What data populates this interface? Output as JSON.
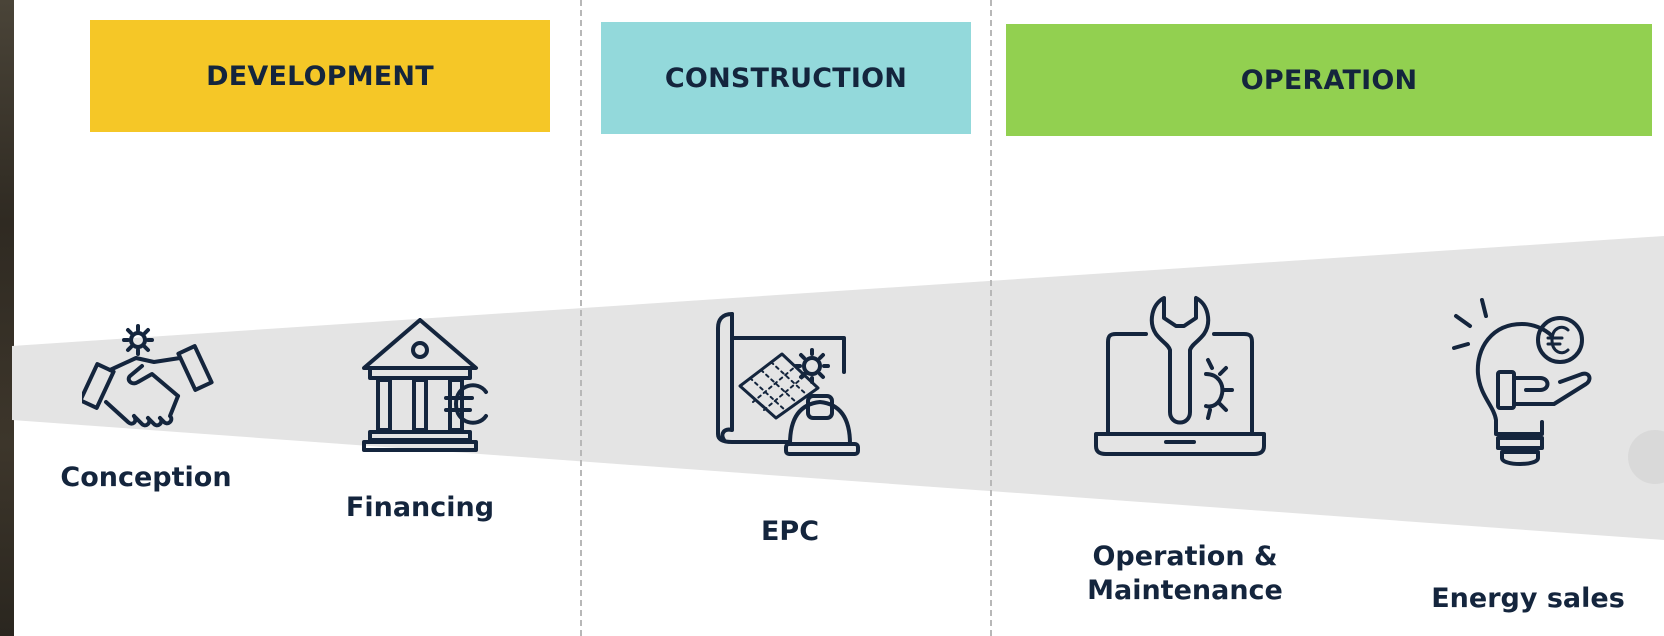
{
  "colors": {
    "development": "#f5c727",
    "construction": "#93d9db",
    "operation": "#92d050",
    "text": "#14253d",
    "funnel": "#e4e4e4"
  },
  "phases": [
    {
      "label": "DEVELOPMENT"
    },
    {
      "label": "CONSTRUCTION"
    },
    {
      "label": "OPERATION"
    }
  ],
  "steps": [
    {
      "label": "Conception",
      "icon": "handshake-gear-icon"
    },
    {
      "label": "Financing",
      "icon": "bank-euro-icon"
    },
    {
      "label": "EPC",
      "icon": "blueprint-solar-helmet-icon"
    },
    {
      "label_line1": "Operation &",
      "label_line2": "Maintenance",
      "icon": "laptop-wrench-gear-icon"
    },
    {
      "label": "Energy sales",
      "icon": "lightbulb-euro-hand-icon"
    }
  ]
}
